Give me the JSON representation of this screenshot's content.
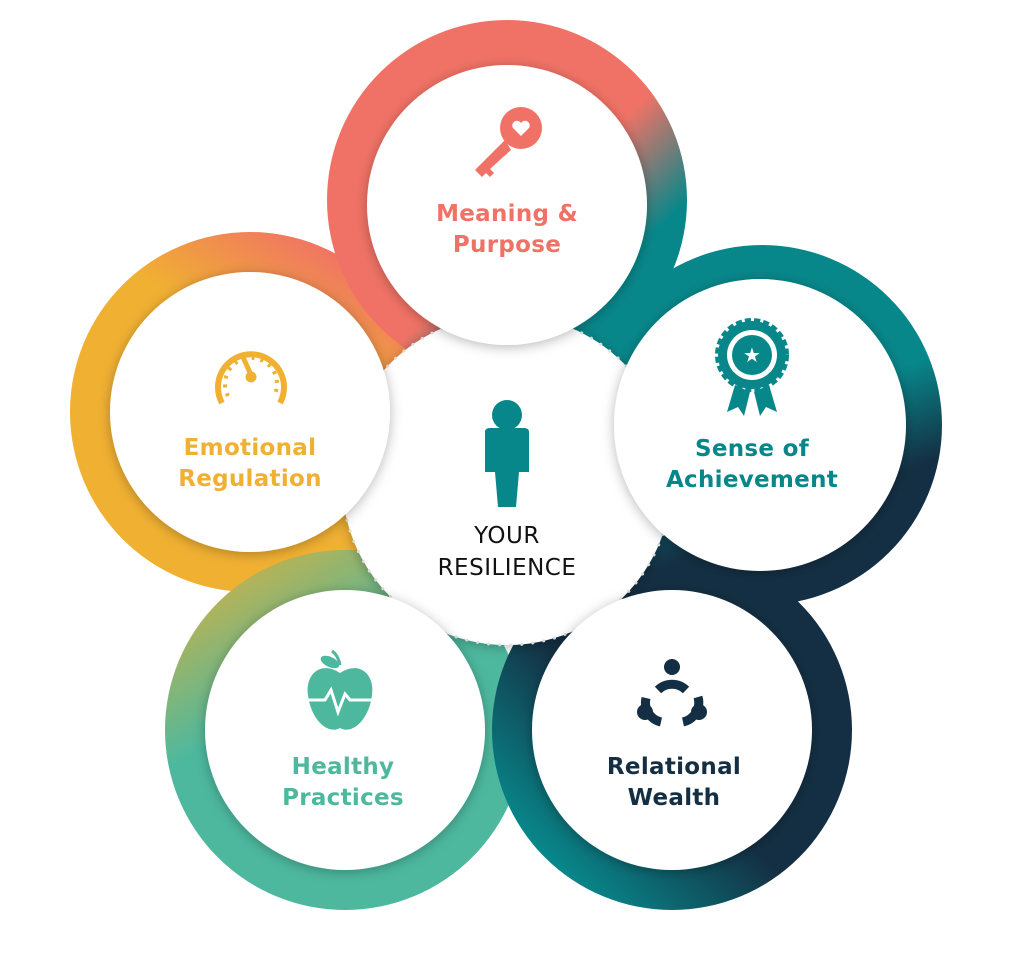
{
  "title": "YOUR RESILIENCE",
  "center": {
    "line1": "YOUR",
    "line2": "RESILIENCE",
    "icon": "person-icon"
  },
  "colors": {
    "coral": "#F07266",
    "teal": "#08878A",
    "navy": "#142F43",
    "green": "#4DB89E",
    "yellow": "#F0B032"
  },
  "pillars": [
    {
      "line1": "Meaning &",
      "line2": "Purpose",
      "icon": "key-heart-icon",
      "color": "#F07266"
    },
    {
      "line1": "Sense of",
      "line2": "Achievement",
      "icon": "award-ribbon-icon",
      "color": "#08878A"
    },
    {
      "line1": "Relational",
      "line2": "Wealth",
      "icon": "people-circle-icon",
      "color": "#142F43"
    },
    {
      "line1": "Healthy",
      "line2": "Practices",
      "icon": "apple-heartbeat-icon",
      "color": "#4DB89E"
    },
    {
      "line1": "Emotional",
      "line2": "Regulation",
      "icon": "gauge-icon",
      "color": "#F0B032"
    }
  ]
}
